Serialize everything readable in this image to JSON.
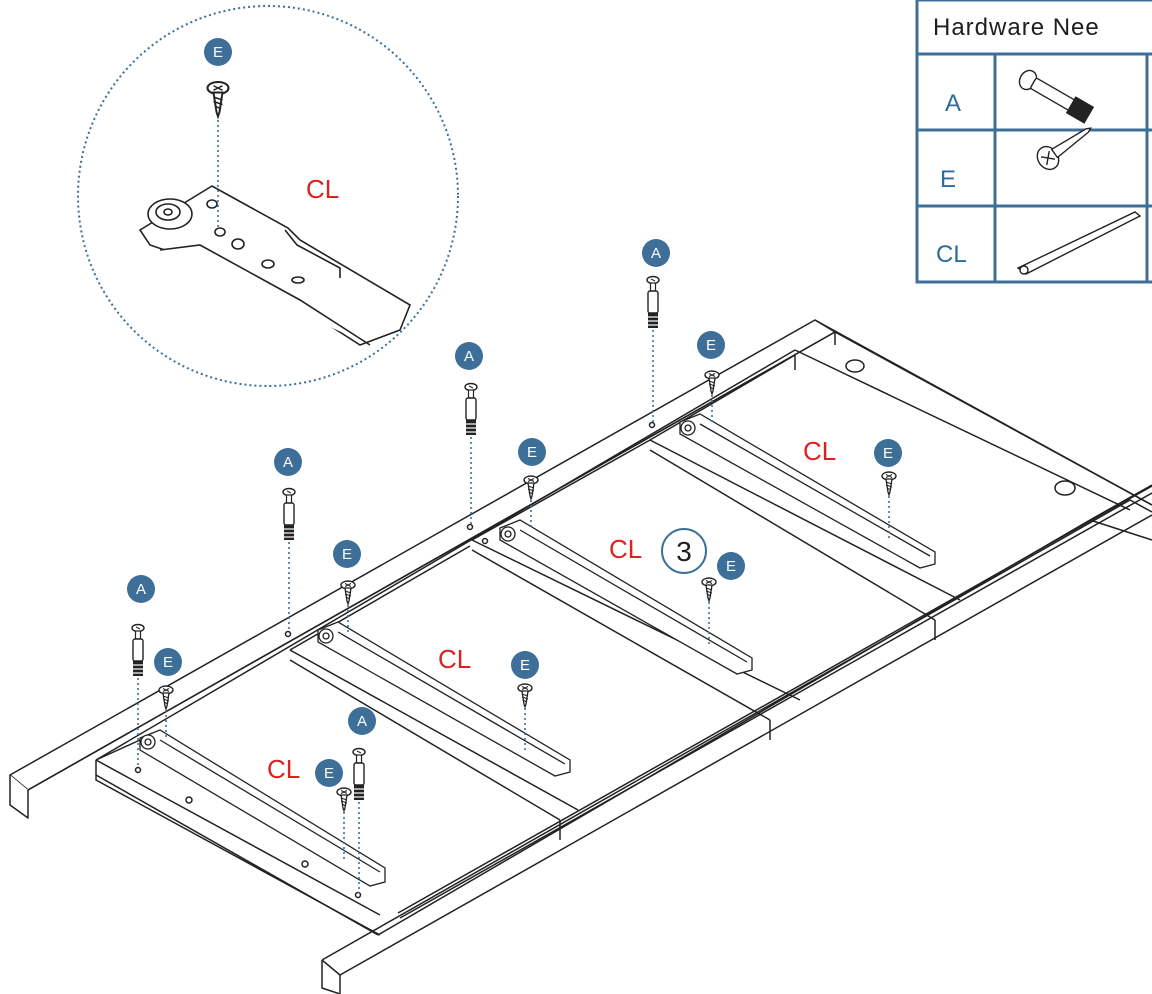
{
  "colors": {
    "accent": "#3d6f99",
    "label_red": "#e02020",
    "line": "#222222",
    "leader": "#3d6f99"
  },
  "step_number": "3",
  "hardware_table": {
    "title": "Hardware Nee",
    "rows": [
      {
        "id": "A",
        "icon": "cam-bolt-icon"
      },
      {
        "id": "E",
        "icon": "wood-screw-icon"
      },
      {
        "id": "CL",
        "icon": "drawer-slide-icon"
      }
    ]
  },
  "labels": {
    "cam_bolt": "A",
    "screw": "E",
    "slide": "CL"
  }
}
